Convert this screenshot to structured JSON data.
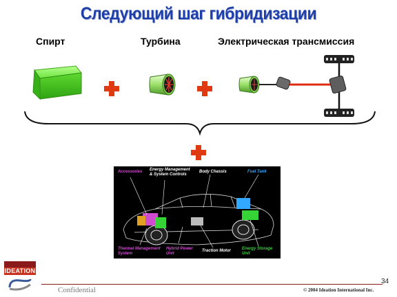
{
  "slide": {
    "title": "Следующий шаг гибридизации",
    "labels": {
      "spirit": "Спирт",
      "turbine": "Турбина",
      "transmission": "Электрическая трансмиссия"
    },
    "diagram_labels": {
      "accessories": "Accessories",
      "energy_management": "Energy Management\n& System Controls",
      "body_chassis": "Body Chassis",
      "fuel_tank": "Fuel Tank",
      "thermal_management": "Thermal Management\nSystem",
      "hybrid_power_unit": "Hybrid Power\nUnit",
      "traction_motor": "Traction Motor",
      "energy_storage_unit": "Energy Storage\nUnit"
    },
    "page_number": "34",
    "confidential": "Confidential",
    "copyright": "© 2004 Ideation International Inc.",
    "logo_text": "IDEATION",
    "colors": {
      "title": "#1f3fa8",
      "plus": "#e03a12",
      "cube": "#55d633",
      "diagram_magenta": "#d04bd0",
      "diagram_green": "#35d335",
      "diagram_blue": "#33a8ff",
      "diagram_white": "#ffffff"
    }
  }
}
